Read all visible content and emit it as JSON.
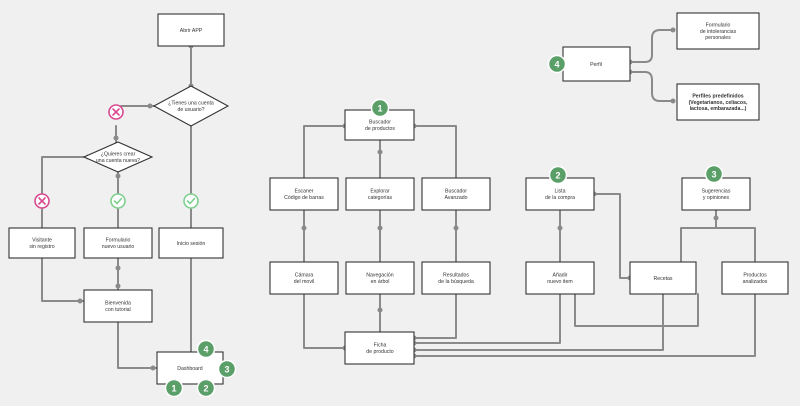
{
  "nodes": {
    "abrir_app": [
      "Abrir APP"
    ],
    "tienes_cuenta": [
      "¿Tienes una cuenta",
      "de usuario?"
    ],
    "quieres_crear": [
      "¿Quieres crear",
      "una cuenta nueva?"
    ],
    "visitante": [
      "Visitante",
      "sin registro"
    ],
    "formulario_nuevo": [
      "Formulario",
      "nuevo usuario"
    ],
    "inicio_sesion": [
      "Inicio sesión"
    ],
    "bienvenida": [
      "Bienvenida",
      "con tutorial"
    ],
    "dashboard": [
      "Dashboard"
    ],
    "buscador_productos": [
      "Buscador",
      "de productos"
    ],
    "escaner": [
      "Escaner",
      "Código de barras"
    ],
    "explorar": [
      "Explorar",
      "categorías"
    ],
    "buscador_avanzado": [
      "Buscador",
      "Avanzado"
    ],
    "camara": [
      "Cámara",
      "del movil"
    ],
    "navegacion": [
      "Navegación",
      "en árbol"
    ],
    "resultados": [
      "Resultados",
      "de la búsqueda"
    ],
    "ficha": [
      "Ficha",
      "de producto"
    ],
    "lista_compra": [
      "Lista",
      "de la compra"
    ],
    "anadir_item": [
      "Añadir",
      "nuevo item"
    ],
    "sugerencias": [
      "Sugerencias",
      "y opiniones"
    ],
    "recetas": [
      "Recetas"
    ],
    "productos_analizados": [
      "Productos",
      "analizados"
    ],
    "perfil": [
      "Perfil"
    ],
    "formulario_intolerancias": [
      "Formulario",
      "de intolerancias",
      "personales"
    ],
    "perfiles_predefinidos": [
      "Perfiles predefinidos",
      "(Vegetarianos, celíacos,",
      "lactosa, embarazada...)"
    ]
  },
  "badges": {
    "dashboard_1": "1",
    "dashboard_2": "2",
    "dashboard_3": "3",
    "dashboard_4": "4",
    "buscador": "1",
    "lista": "2",
    "sugerencias": "3",
    "perfil": "4"
  },
  "decision_markers": {
    "no_1": "no-icon",
    "no_2": "no-icon",
    "yes_1": "yes-icon",
    "yes_2": "yes-icon"
  },
  "colors": {
    "background": "#f0f0f0",
    "badge_green": "#5a9e68",
    "no_pink": "#d9498f",
    "yes_green": "#7fd08f",
    "connector": "#8a8a8a"
  }
}
